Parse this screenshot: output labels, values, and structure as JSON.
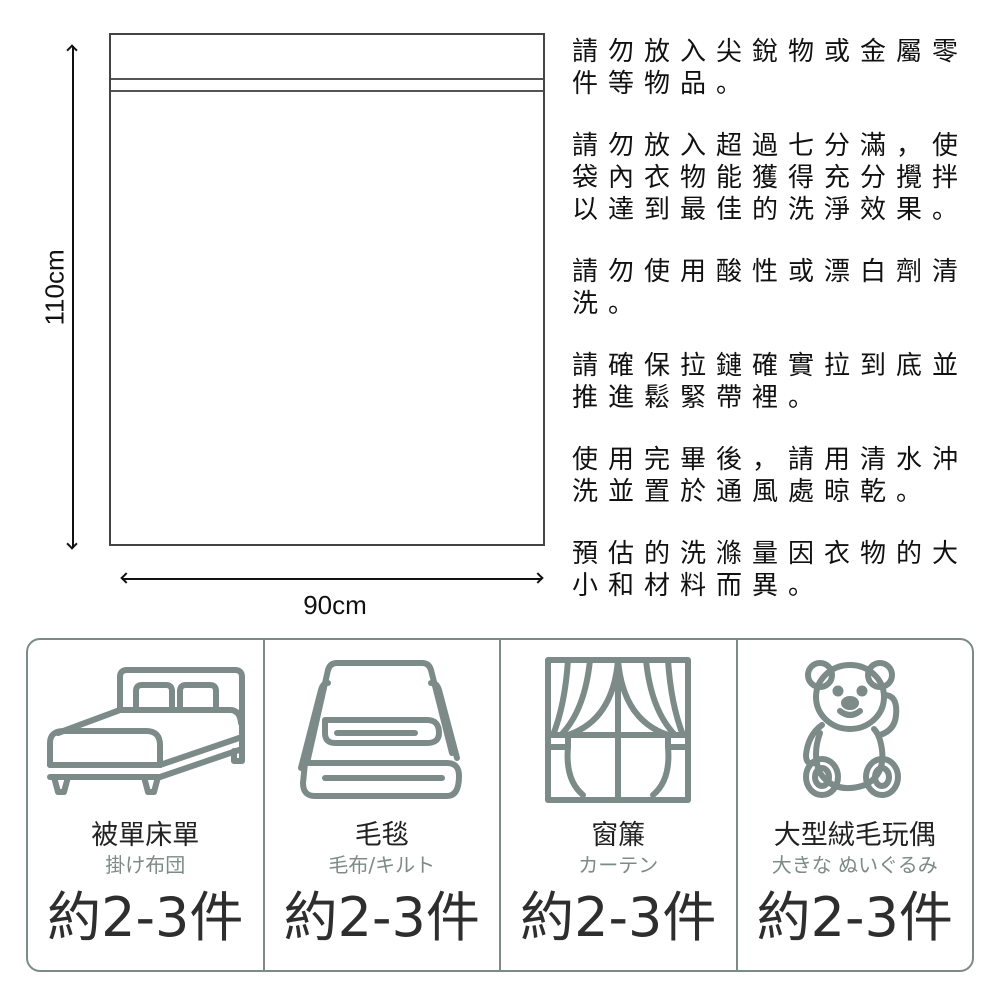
{
  "diagram": {
    "height_label": "110cm",
    "width_label": "90cm"
  },
  "instructions": [
    "請勿放入尖銳物或金屬零件等物品。",
    "請勿放入超過七分滿，使袋內衣物能獲得充分攪拌以達到最佳的洗淨效果。",
    "請勿使用酸性或漂白劑清洗。",
    "請確保拉鏈確實拉到底並推進鬆緊帶裡。",
    "使用完畢後，請用清水沖洗並置於通風處晾乾。",
    "預估的洗滌量因衣物的大小和材料而異。"
  ],
  "capacity": {
    "items": [
      {
        "icon": "bed-icon",
        "title": "被單床單",
        "subtitle": "掛け布団",
        "quantity": "約2-3件"
      },
      {
        "icon": "blanket-icon",
        "title": "毛毯",
        "subtitle": "毛布/キルト",
        "quantity": "約2-3件"
      },
      {
        "icon": "curtain-icon",
        "title": "窗簾",
        "subtitle": "カーテン",
        "quantity": "約2-3件"
      },
      {
        "icon": "teddy-bear-icon",
        "title": "大型絨毛玩偶",
        "subtitle": "大きな ぬいぐるみ",
        "quantity": "約2-3件"
      }
    ]
  },
  "colors": {
    "icon_gray": "#7c8b87",
    "text_dark": "#222222",
    "subtitle_gray": "#7c8b87"
  }
}
